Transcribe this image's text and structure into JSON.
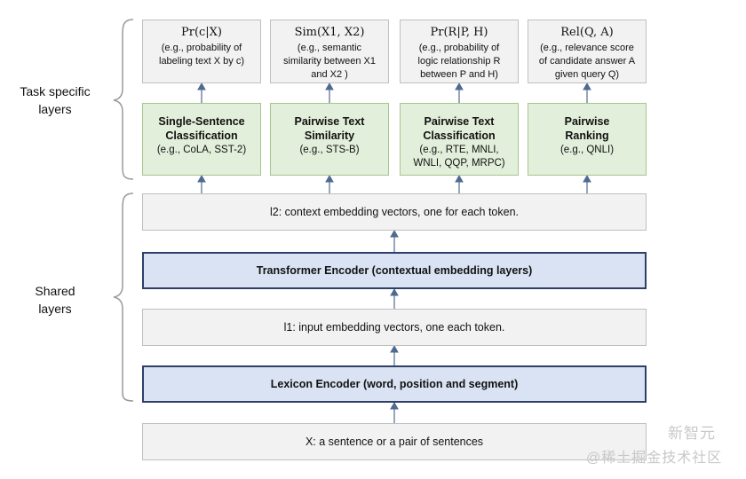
{
  "side_labels": {
    "task_specific": [
      "Task specific",
      "layers"
    ],
    "shared": [
      "Shared",
      "layers"
    ]
  },
  "top_boxes": [
    {
      "formula": "Pr(c|X)",
      "desc": [
        "(e.g., probability of",
        "labeling text X by c)"
      ]
    },
    {
      "formula": "Sim(X1, X2)",
      "desc": [
        "(e.g., semantic",
        "similarity between X1",
        "and X2 )"
      ]
    },
    {
      "formula": "Pr(R|P, H)",
      "desc": [
        "(e.g., probability of",
        "logic relationship R",
        "between P and H)"
      ]
    },
    {
      "formula": "Rel(Q, A)",
      "desc": [
        "(e.g., relevance score",
        "of candidate answer A",
        "given query Q)"
      ]
    }
  ],
  "task_boxes": [
    {
      "title": [
        "Single-Sentence",
        "Classification"
      ],
      "desc": [
        "(e.g., CoLA, SST-2)"
      ]
    },
    {
      "title": [
        "Pairwise Text",
        "Similarity"
      ],
      "desc": [
        "(e.g., STS-B)"
      ]
    },
    {
      "title": [
        "Pairwise Text",
        "Classification"
      ],
      "desc": [
        "(e.g., RTE, MNLI,",
        "WNLI, QQP, MRPC)"
      ]
    },
    {
      "title": [
        "Pairwise",
        "Ranking"
      ],
      "desc": [
        "(e.g., QNLI)"
      ]
    }
  ],
  "shared_layers": {
    "l2": "l2: context embedding vectors, one for each token.",
    "transformer": "Transformer Encoder (contextual embedding layers)",
    "l1": "l1: input embedding vectors, one each token.",
    "lexicon": "Lexicon Encoder (word, position and segment)",
    "input": "X: a sentence or a pair of sentences"
  },
  "watermark": {
    "line1": "新智元",
    "line2": "@稀土掘金技术社区"
  },
  "colors": {
    "green_fill": "#e2efda",
    "blue_fill": "#dae3f3",
    "grey_fill": "#f2f2f2",
    "arrow": "#4f6a8f",
    "brace": "#9a9a9a"
  }
}
